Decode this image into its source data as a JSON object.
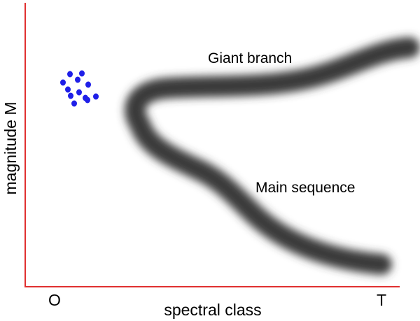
{
  "axes": {
    "xlabel": "spectral class",
    "ylabel": "magnitude M",
    "x_start_label": "O",
    "x_end_label": "T",
    "axis_color": "#e03030"
  },
  "curves": {
    "giant_branch_label": "Giant branch",
    "main_sequence_label": "Main sequence",
    "band_color": "#3a3a3a"
  },
  "dot_cluster": {
    "color": "#1f1fe8",
    "count": 12
  }
}
